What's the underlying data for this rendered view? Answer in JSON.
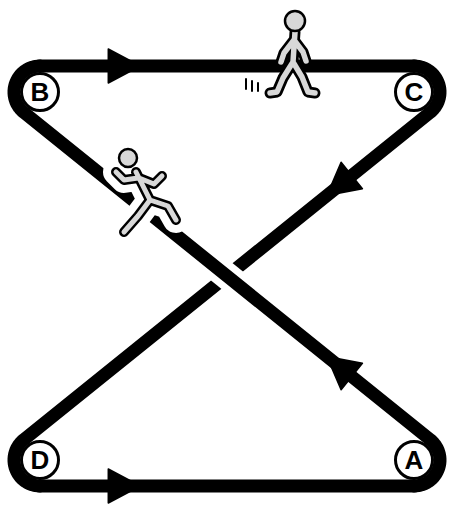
{
  "diagram": {
    "nodes": [
      {
        "text": [
          "B"
        ]
      },
      {
        "text": [
          "C"
        ]
      },
      {
        "text": [
          "D"
        ]
      },
      {
        "text": [
          "A"
        ]
      }
    ],
    "edges": [
      {
        "from": 0,
        "to": 1,
        "arrow": "to"
      },
      {
        "from": 1,
        "to": 2,
        "arrow": "to"
      },
      {
        "from": 2,
        "to": 3,
        "arrow": "to"
      },
      {
        "from": 3,
        "to": 0,
        "arrow": "to"
      }
    ]
  }
}
